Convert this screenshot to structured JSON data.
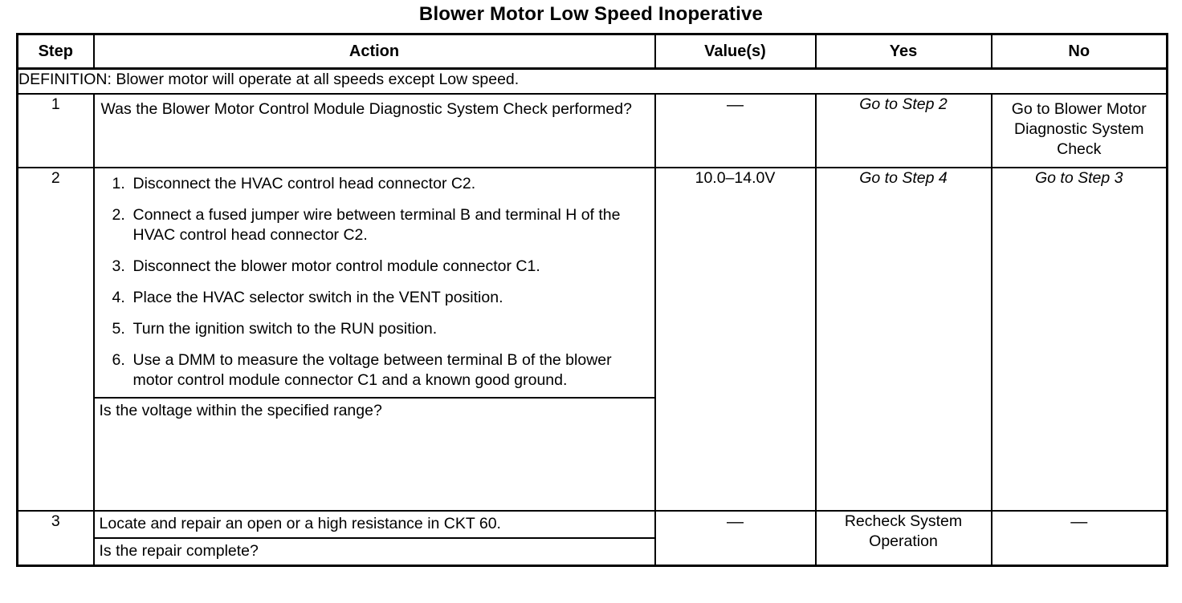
{
  "document": {
    "title": "Blower Motor Low Speed Inoperative"
  },
  "table": {
    "headers": {
      "step": "Step",
      "action": "Action",
      "values": "Value(s)",
      "yes": "Yes",
      "no": "No"
    },
    "definition": "DEFINITION: Blower motor will operate at all speeds except Low speed.",
    "rows": [
      {
        "step": "1",
        "action_text": "Was the Blower Motor Control Module Diagnostic System Check performed?",
        "value": "—",
        "yes": "Go to Step 2",
        "no": "Go to Blower Motor Diagnostic System Check"
      },
      {
        "step": "2",
        "items": [
          {
            "num": "1.",
            "text": "Disconnect the HVAC control head connector C2."
          },
          {
            "num": "2.",
            "text": "Connect a fused jumper wire between terminal B and terminal H of the HVAC control head connector C2."
          },
          {
            "num": "3.",
            "text": "Disconnect the blower motor control module connector C1."
          },
          {
            "num": "4.",
            "text": "Place the HVAC selector switch in the VENT position."
          },
          {
            "num": "5.",
            "text": "Turn the ignition switch to the RUN position."
          },
          {
            "num": "6.",
            "text": "Use a DMM to measure the voltage between terminal B of the blower motor control module connector C1 and a known good ground."
          }
        ],
        "question": "Is the voltage within the specified range?",
        "value": "10.0–14.0V",
        "yes": "Go to Step 4",
        "no": "Go to Step 3"
      },
      {
        "step": "3",
        "line1": "Locate and repair an open or a high resistance in CKT 60.",
        "line2": "Is the repair complete?",
        "value": "—",
        "yes": "Recheck System Operation",
        "no": "—"
      }
    ]
  }
}
